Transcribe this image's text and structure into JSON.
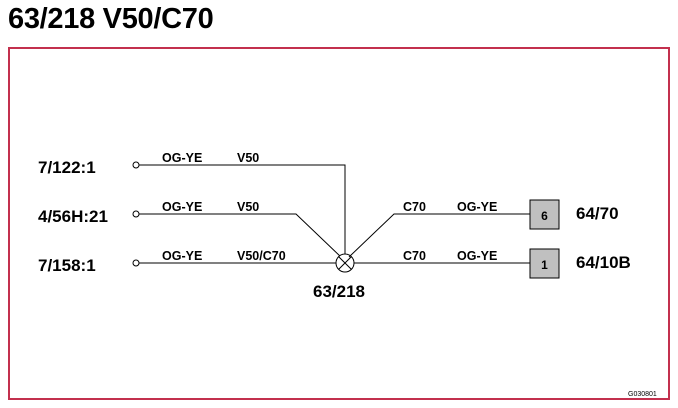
{
  "title": "63/218 V50/C70",
  "splice": {
    "label": "63/218"
  },
  "left_connectors": [
    {
      "label": "7/122:1",
      "color": "OG-YE",
      "variant": "V50"
    },
    {
      "label": "4/56H:21",
      "color": "OG-YE",
      "variant": "V50"
    },
    {
      "label": "7/158:1",
      "color": "OG-YE",
      "variant": "V50/C70"
    }
  ],
  "right_connectors": [
    {
      "label": "64/70",
      "pin": "6",
      "color": "OG-YE",
      "variant": "C70"
    },
    {
      "label": "64/10B",
      "pin": "1",
      "color": "OG-YE",
      "variant": "C70"
    }
  ],
  "drawing_code": "G030801",
  "colors": {
    "frame": "#c3304e",
    "pin_box": "#c0c0c0",
    "line": "#000000"
  }
}
